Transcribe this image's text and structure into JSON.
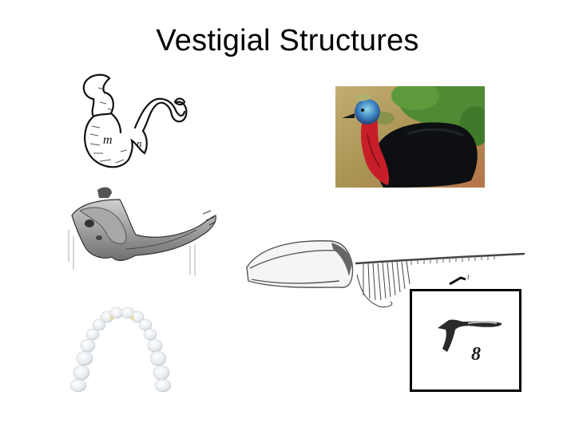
{
  "slide": {
    "title": "Vestigial Structures",
    "background": "#ffffff"
  },
  "figures": [
    {
      "id": "appendix",
      "description": "Line drawing of human appendix / cecum",
      "labels": [
        "m",
        "n"
      ]
    },
    {
      "id": "cassowary",
      "description": "Photo of a cassowary (flightless bird) with vestigial wings",
      "colors": {
        "head": "#3a7fc0",
        "wattle": "#c81e2a",
        "plumage": "#0d0f12",
        "ground": "#b9a46a",
        "foliage": "#4f8a34"
      }
    },
    {
      "id": "coccyx",
      "description": "Engraving of human sacrum and coccyx (tailbone)"
    },
    {
      "id": "whale-skeleton",
      "description": "Skeleton of a baleen whale with vestigial pelvic bones"
    },
    {
      "id": "whale-pelvis-inset",
      "description": "Boxed inset showing vestigial whale pelvis and femur",
      "border_color": "#000000"
    },
    {
      "id": "wisdom-teeth",
      "description": "Upper dental arch including wisdom teeth"
    }
  ]
}
